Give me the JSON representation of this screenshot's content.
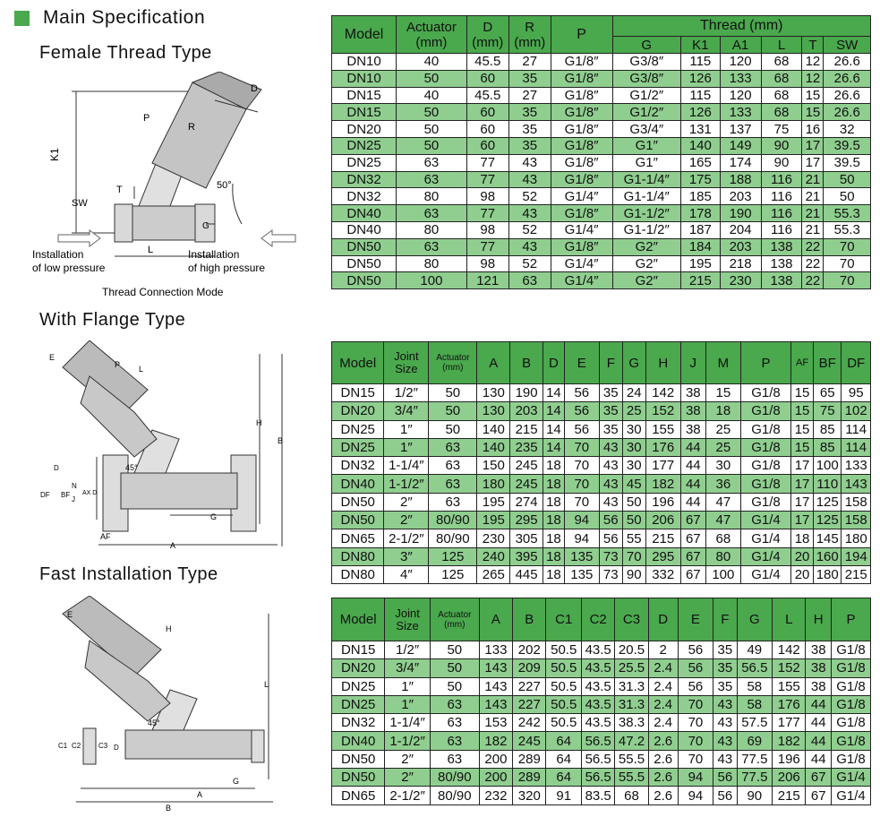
{
  "page": {
    "main_title": "Main Specification",
    "sections": {
      "female": "Female Thread Type",
      "flange": "With Flange Type",
      "fast": "Fast Installation Type"
    }
  },
  "diagram1": {
    "labels": {
      "k1": "K1",
      "sw": "SW",
      "t": "T",
      "p": "P",
      "r": "R",
      "d": "D",
      "angle": "50°",
      "g": "G",
      "l": "L",
      "low": "Installation\nof low pressure",
      "high": "Installation\nof high pressure",
      "caption": "Thread Connection Mode"
    }
  },
  "diagram2": {
    "labels": {
      "e": "E",
      "p": "P",
      "l": "L",
      "h": "H",
      "b": "B",
      "angle": "45°",
      "d": "D",
      "df": "DF",
      "bf": "BF",
      "n": "N",
      "j": "J",
      "axd": "AX D",
      "g": "G",
      "af": "AF",
      "a": "A"
    }
  },
  "diagram3": {
    "labels": {
      "e": "E",
      "h": "H",
      "l": "L",
      "angle": "45°",
      "c1": "C1",
      "c2": "C2",
      "c3": "C3",
      "d": "D",
      "g": "G",
      "a": "A",
      "b": "B"
    }
  },
  "table1": {
    "headers": {
      "model": "Model",
      "actuator": "Actuator",
      "actuator_unit": "(mm)",
      "d": "D",
      "d_unit": "(mm)",
      "r": "R",
      "r_unit": "(mm)",
      "p": "P",
      "thread": "Thread (mm)",
      "sub": [
        "G",
        "K1",
        "A1",
        "L",
        "T",
        "SW"
      ]
    },
    "rows": [
      [
        "DN10",
        "40",
        "45.5",
        "27",
        "G1/8″",
        "G3/8″",
        "115",
        "120",
        "68",
        "12",
        "26.6"
      ],
      [
        "DN10",
        "50",
        "60",
        "35",
        "G1/8″",
        "G3/8″",
        "126",
        "133",
        "68",
        "12",
        "26.6"
      ],
      [
        "DN15",
        "40",
        "45.5",
        "27",
        "G1/8″",
        "G1/2″",
        "115",
        "120",
        "68",
        "15",
        "26.6"
      ],
      [
        "DN15",
        "50",
        "60",
        "35",
        "G1/8″",
        "G1/2″",
        "126",
        "133",
        "68",
        "15",
        "26.6"
      ],
      [
        "DN20",
        "50",
        "60",
        "35",
        "G1/8″",
        "G3/4″",
        "131",
        "137",
        "75",
        "16",
        "32"
      ],
      [
        "DN25",
        "50",
        "60",
        "35",
        "G1/8″",
        "G1″",
        "140",
        "149",
        "90",
        "17",
        "39.5"
      ],
      [
        "DN25",
        "63",
        "77",
        "43",
        "G1/8″",
        "G1″",
        "165",
        "174",
        "90",
        "17",
        "39.5"
      ],
      [
        "DN32",
        "63",
        "77",
        "43",
        "G1/8″",
        "G1-1/4″",
        "175",
        "188",
        "116",
        "21",
        "50"
      ],
      [
        "DN32",
        "80",
        "98",
        "52",
        "G1/4″",
        "G1-1/4″",
        "185",
        "203",
        "116",
        "21",
        "50"
      ],
      [
        "DN40",
        "63",
        "77",
        "43",
        "G1/8″",
        "G1-1/2″",
        "178",
        "190",
        "116",
        "21",
        "55.3"
      ],
      [
        "DN40",
        "80",
        "98",
        "52",
        "G1/4″",
        "G1-1/2″",
        "187",
        "204",
        "116",
        "21",
        "55.3"
      ],
      [
        "DN50",
        "63",
        "77",
        "43",
        "G1/8″",
        "G2″",
        "184",
        "203",
        "138",
        "22",
        "70"
      ],
      [
        "DN50",
        "80",
        "98",
        "52",
        "G1/4″",
        "G2″",
        "195",
        "218",
        "138",
        "22",
        "70"
      ],
      [
        "DN50",
        "100",
        "121",
        "63",
        "G1/4″",
        "G2″",
        "215",
        "230",
        "138",
        "22",
        "70"
      ]
    ]
  },
  "table2": {
    "headers": [
      "Model",
      "Joint\nSize",
      "Actuator\n(mm)",
      "A",
      "B",
      "D",
      "E",
      "F",
      "G",
      "H",
      "J",
      "M",
      "P",
      "AF",
      "BF",
      "DF"
    ],
    "rows": [
      [
        "DN15",
        "1/2″",
        "50",
        "130",
        "190",
        "14",
        "56",
        "35",
        "24",
        "142",
        "38",
        "15",
        "G1/8",
        "15",
        "65",
        "95"
      ],
      [
        "DN20",
        "3/4″",
        "50",
        "130",
        "203",
        "14",
        "56",
        "35",
        "25",
        "152",
        "38",
        "18",
        "G1/8",
        "15",
        "75",
        "102"
      ],
      [
        "DN25",
        "1″",
        "50",
        "140",
        "215",
        "14",
        "56",
        "35",
        "30",
        "155",
        "38",
        "25",
        "G1/8",
        "15",
        "85",
        "114"
      ],
      [
        "DN25",
        "1″",
        "63",
        "140",
        "235",
        "14",
        "70",
        "43",
        "30",
        "176",
        "44",
        "25",
        "G1/8",
        "15",
        "85",
        "114"
      ],
      [
        "DN32",
        "1-1/4″",
        "63",
        "150",
        "245",
        "18",
        "70",
        "43",
        "30",
        "177",
        "44",
        "30",
        "G1/8",
        "17",
        "100",
        "133"
      ],
      [
        "DN40",
        "1-1/2″",
        "63",
        "180",
        "245",
        "18",
        "70",
        "43",
        "45",
        "182",
        "44",
        "36",
        "G1/8",
        "17",
        "110",
        "143"
      ],
      [
        "DN50",
        "2″",
        "63",
        "195",
        "274",
        "18",
        "70",
        "43",
        "50",
        "196",
        "44",
        "47",
        "G1/8",
        "17",
        "125",
        "158"
      ],
      [
        "DN50",
        "2″",
        "80/90",
        "195",
        "295",
        "18",
        "94",
        "56",
        "50",
        "206",
        "67",
        "47",
        "G1/4",
        "17",
        "125",
        "158"
      ],
      [
        "DN65",
        "2-1/2″",
        "80/90",
        "230",
        "305",
        "18",
        "94",
        "56",
        "55",
        "215",
        "67",
        "68",
        "G1/4",
        "18",
        "145",
        "180"
      ],
      [
        "DN80",
        "3″",
        "125",
        "240",
        "395",
        "18",
        "135",
        "73",
        "70",
        "295",
        "67",
        "80",
        "G1/4",
        "20",
        "160",
        "194"
      ],
      [
        "DN80",
        "4″",
        "125",
        "265",
        "445",
        "18",
        "135",
        "73",
        "90",
        "332",
        "67",
        "100",
        "G1/4",
        "20",
        "180",
        "215"
      ]
    ]
  },
  "table3": {
    "headers": [
      "Model",
      "Joint\nSize",
      "Actuator\n(mm)",
      "A",
      "B",
      "C1",
      "C2",
      "C3",
      "D",
      "E",
      "F",
      "G",
      "L",
      "H",
      "P"
    ],
    "rows": [
      [
        "DN15",
        "1/2″",
        "50",
        "133",
        "202",
        "50.5",
        "43.5",
        "20.5",
        "2",
        "56",
        "35",
        "49",
        "142",
        "38",
        "G1/8"
      ],
      [
        "DN20",
        "3/4″",
        "50",
        "143",
        "209",
        "50.5",
        "43.5",
        "25.5",
        "2.4",
        "56",
        "35",
        "56.5",
        "152",
        "38",
        "G1/8"
      ],
      [
        "DN25",
        "1″",
        "50",
        "143",
        "227",
        "50.5",
        "43.5",
        "31.3",
        "2.4",
        "56",
        "35",
        "58",
        "155",
        "38",
        "G1/8"
      ],
      [
        "DN25",
        "1″",
        "63",
        "143",
        "227",
        "50.5",
        "43.5",
        "31.3",
        "2.4",
        "70",
        "43",
        "58",
        "176",
        "44",
        "G1/8"
      ],
      [
        "DN32",
        "1-1/4″",
        "63",
        "153",
        "242",
        "50.5",
        "43.5",
        "38.3",
        "2.4",
        "70",
        "43",
        "57.5",
        "177",
        "44",
        "G1/8"
      ],
      [
        "DN40",
        "1-1/2″",
        "63",
        "182",
        "245",
        "64",
        "56.5",
        "47.2",
        "2.6",
        "70",
        "43",
        "69",
        "182",
        "44",
        "G1/8"
      ],
      [
        "DN50",
        "2″",
        "63",
        "200",
        "289",
        "64",
        "56.5",
        "55.5",
        "2.6",
        "70",
        "43",
        "77.5",
        "196",
        "44",
        "G1/8"
      ],
      [
        "DN50",
        "2″",
        "80/90",
        "200",
        "289",
        "64",
        "56.5",
        "55.5",
        "2.6",
        "94",
        "56",
        "77.5",
        "206",
        "67",
        "G1/4"
      ],
      [
        "DN65",
        "2-1/2″",
        "80/90",
        "232",
        "320",
        "91",
        "83.5",
        "68",
        "2.6",
        "94",
        "56",
        "90",
        "215",
        "67",
        "G1/4"
      ]
    ]
  }
}
